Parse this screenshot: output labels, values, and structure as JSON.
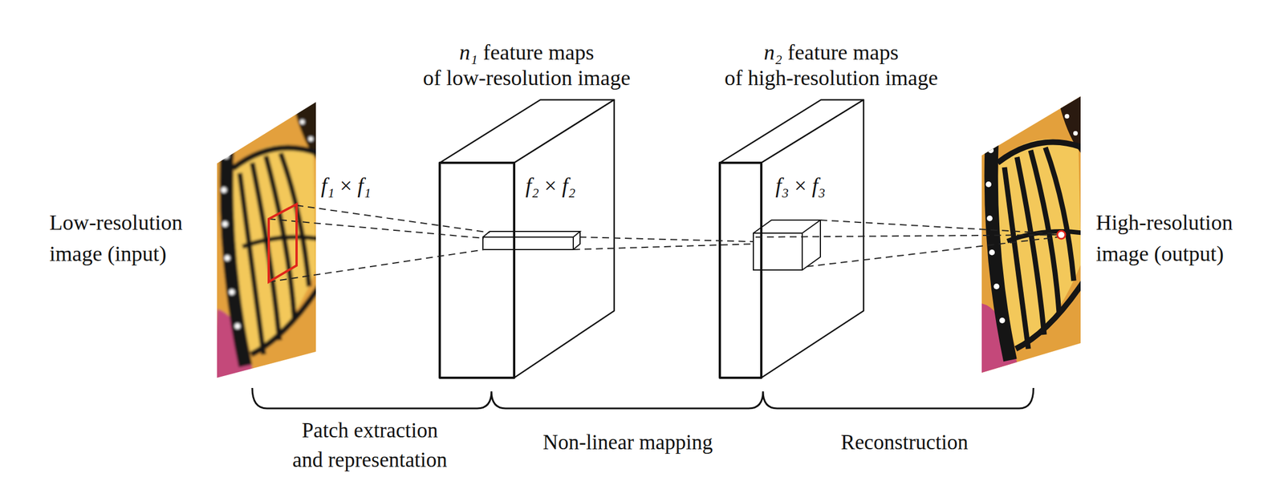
{
  "diagram": {
    "nodes": [
      {
        "text": [
          "Low-resolution image (input)"
        ]
      },
      {
        "text": [
          "n₁ feature maps of low-resolution image"
        ]
      },
      {
        "text": [
          "n₂ feature maps of high-resolution image"
        ]
      },
      {
        "text": [
          "High-resolution image (output)"
        ]
      }
    ],
    "labels": [
      "f₁ × f₁",
      "f₂ × f₂",
      "f₃ × f₃",
      "Patch extraction and representation",
      "Non-linear mapping",
      "Reconstruction"
    ]
  }
}
